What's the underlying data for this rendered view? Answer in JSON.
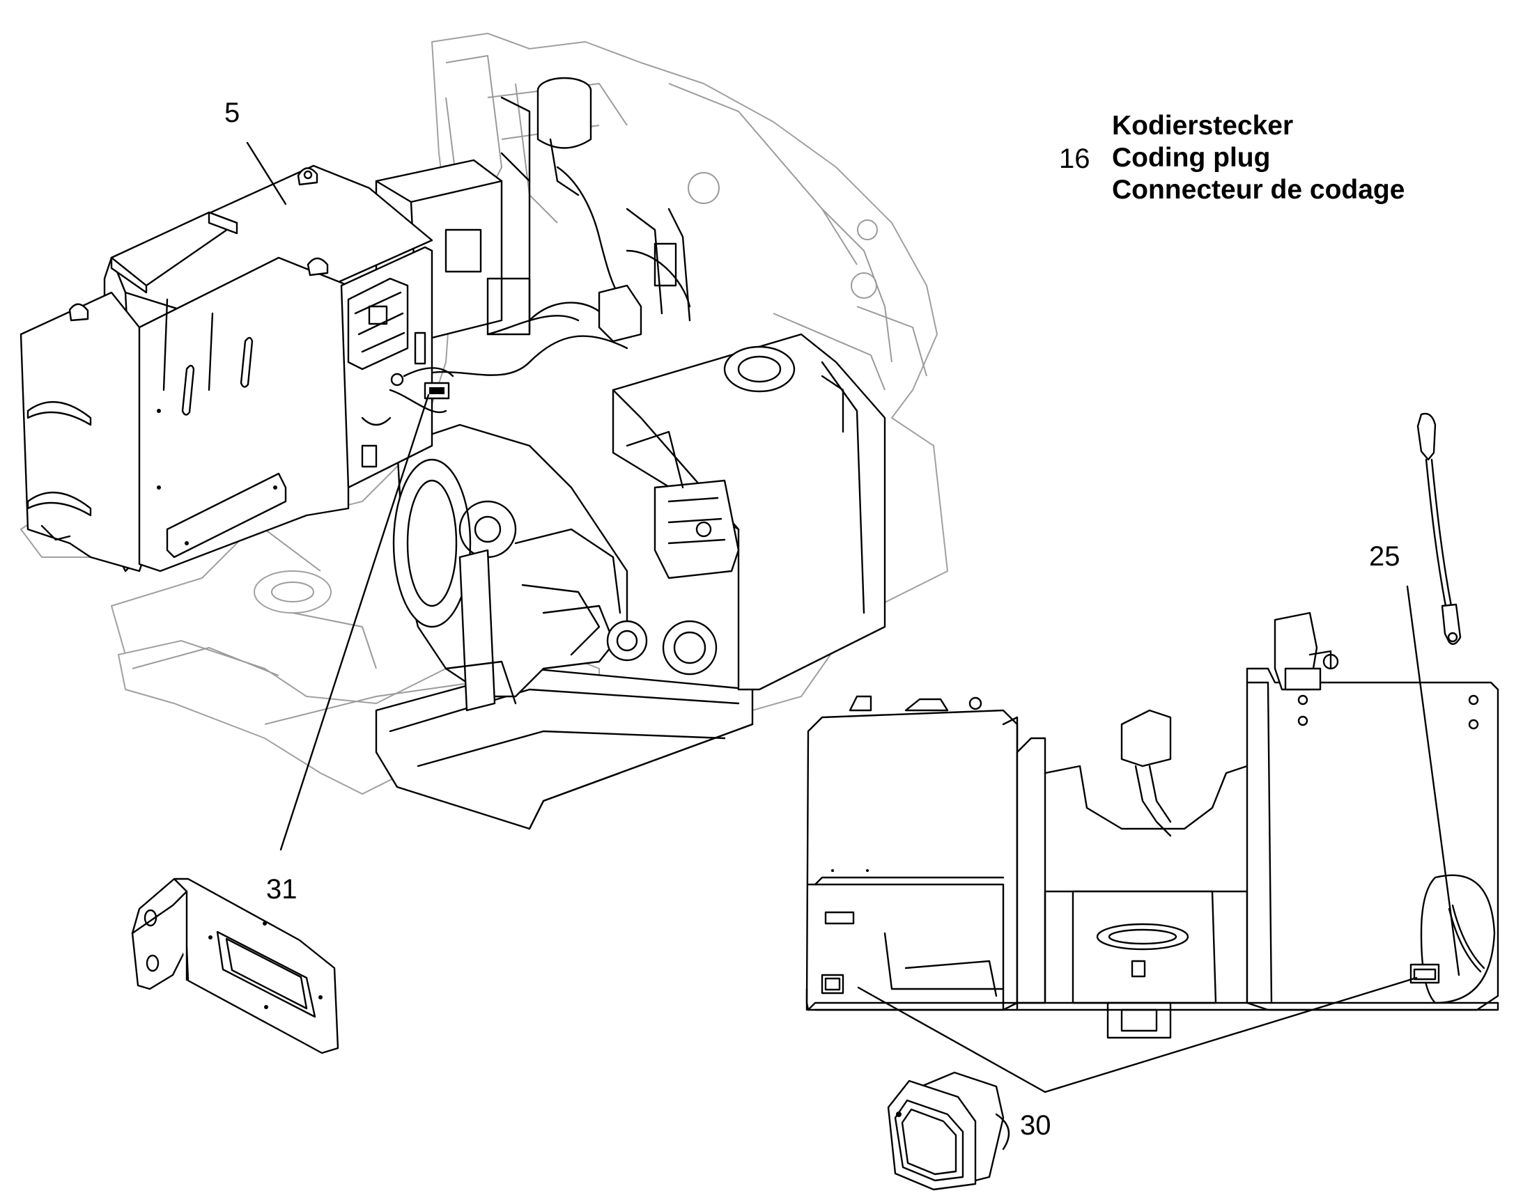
{
  "legend": {
    "number": "16",
    "lines": [
      "Kodierstecker",
      "Coding plug",
      "Connecteur de codage"
    ]
  },
  "callouts": {
    "part_5": "5",
    "part_31": "31",
    "part_25": "25",
    "part_30": "30"
  },
  "colors": {
    "line": "#000000",
    "background_line": "#9a9a9a",
    "background": "#ffffff"
  }
}
